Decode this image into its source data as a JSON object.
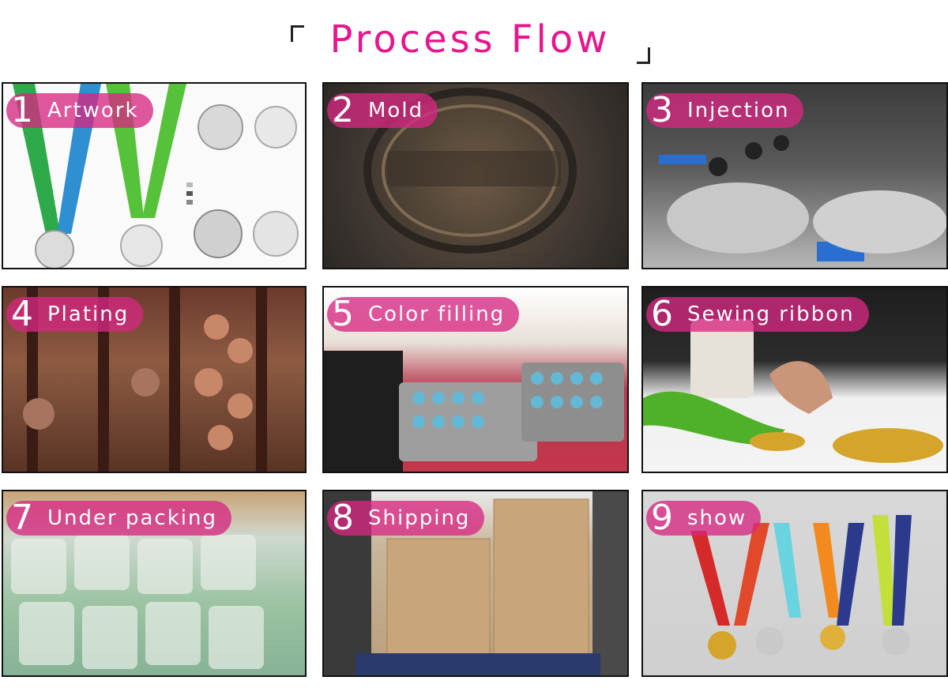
{
  "title": "Process Flow",
  "steps": [
    {
      "num": "1",
      "label": "Artwork"
    },
    {
      "num": "2",
      "label": "Mold"
    },
    {
      "num": "3",
      "label": "Injection"
    },
    {
      "num": "4",
      "label": "Plating"
    },
    {
      "num": "5",
      "label": "Color filling"
    },
    {
      "num": "6",
      "label": "Sewing ribbon"
    },
    {
      "num": "7",
      "label": "Under packing"
    },
    {
      "num": "8",
      "label": "Shipping"
    },
    {
      "num": "9",
      "label": "show"
    }
  ],
  "colors": {
    "accent": "#e6168c",
    "label_bg": "#d62882"
  }
}
